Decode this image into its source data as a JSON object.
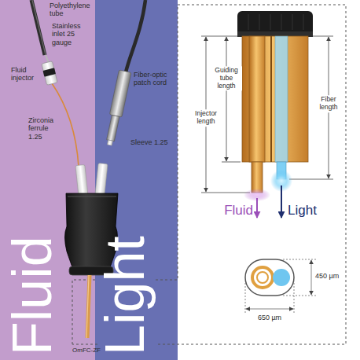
{
  "diagram": {
    "labels": [
      "Polyethylene tube",
      "Stainless inlet 25 gauge",
      "Fluid injector",
      "Zirconia ferrule 1.25",
      "Fiber-optic patch cord",
      "Sleeve 1.25",
      "Fluid",
      "Light",
      "OmFC-ZF",
      "Guiding tube length",
      "Injector length",
      "Fiber length",
      "Fluid",
      "Light",
      "450 µm",
      "650 µm"
    ]
  }
}
